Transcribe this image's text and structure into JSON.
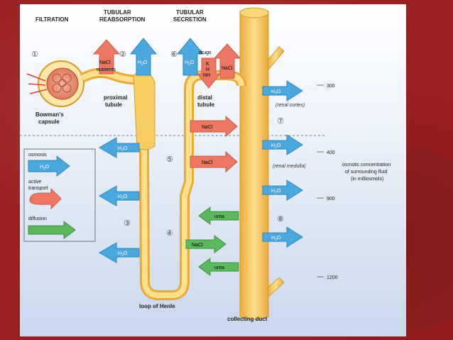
{
  "headers": {
    "filtration": "FILTRATION",
    "tubular_reabsorption_1": "TUBULAR",
    "tubular_reabsorption_2": "REABSORPTION",
    "tubular_secretion_1": "TUBULAR",
    "tubular_secretion_2": "SECRETION"
  },
  "steps": [
    "①",
    "②",
    "③",
    "④",
    "⑤",
    "⑥",
    "⑦",
    "⑧"
  ],
  "labels": {
    "bowmans_1": "Bowman's",
    "bowmans_2": "capsule",
    "proximal_1": "proximal",
    "proximal_2": "tubule",
    "distal_1": "distal",
    "distal_2": "tubule",
    "loop": "loop of Henle",
    "collecting": "collecting duct",
    "renal_cortex": "(renal cortex)",
    "renal_medulla": "(renal medulla)",
    "osmotic_1": "osmotic concentration",
    "osmotic_2": "of surrounding fluid",
    "osmotic_3": "(in milliosmols)"
  },
  "molecules": {
    "h2o": "H",
    "h2o_sub": "2",
    "h2o_o": "O",
    "nacl": "NaCl",
    "nutrients": "nutrients",
    "urea": "urea",
    "drugs": "drugs",
    "k": "K",
    "h": "H",
    "nh": "NH"
  },
  "scale": [
    "300",
    "400",
    "900",
    "1200"
  ],
  "legend": {
    "osmosis": "osmosis",
    "active_1": "active",
    "active_2": "transport",
    "diffusion": "diffusion"
  },
  "colors": {
    "tube": "#f2c14b",
    "tube_edge": "#d49a2a",
    "water_arrow": "#4aa8de",
    "salt_arrow": "#ee7763",
    "diffusion_arrow": "#5cb85c",
    "frame": "#9a1f1f"
  }
}
